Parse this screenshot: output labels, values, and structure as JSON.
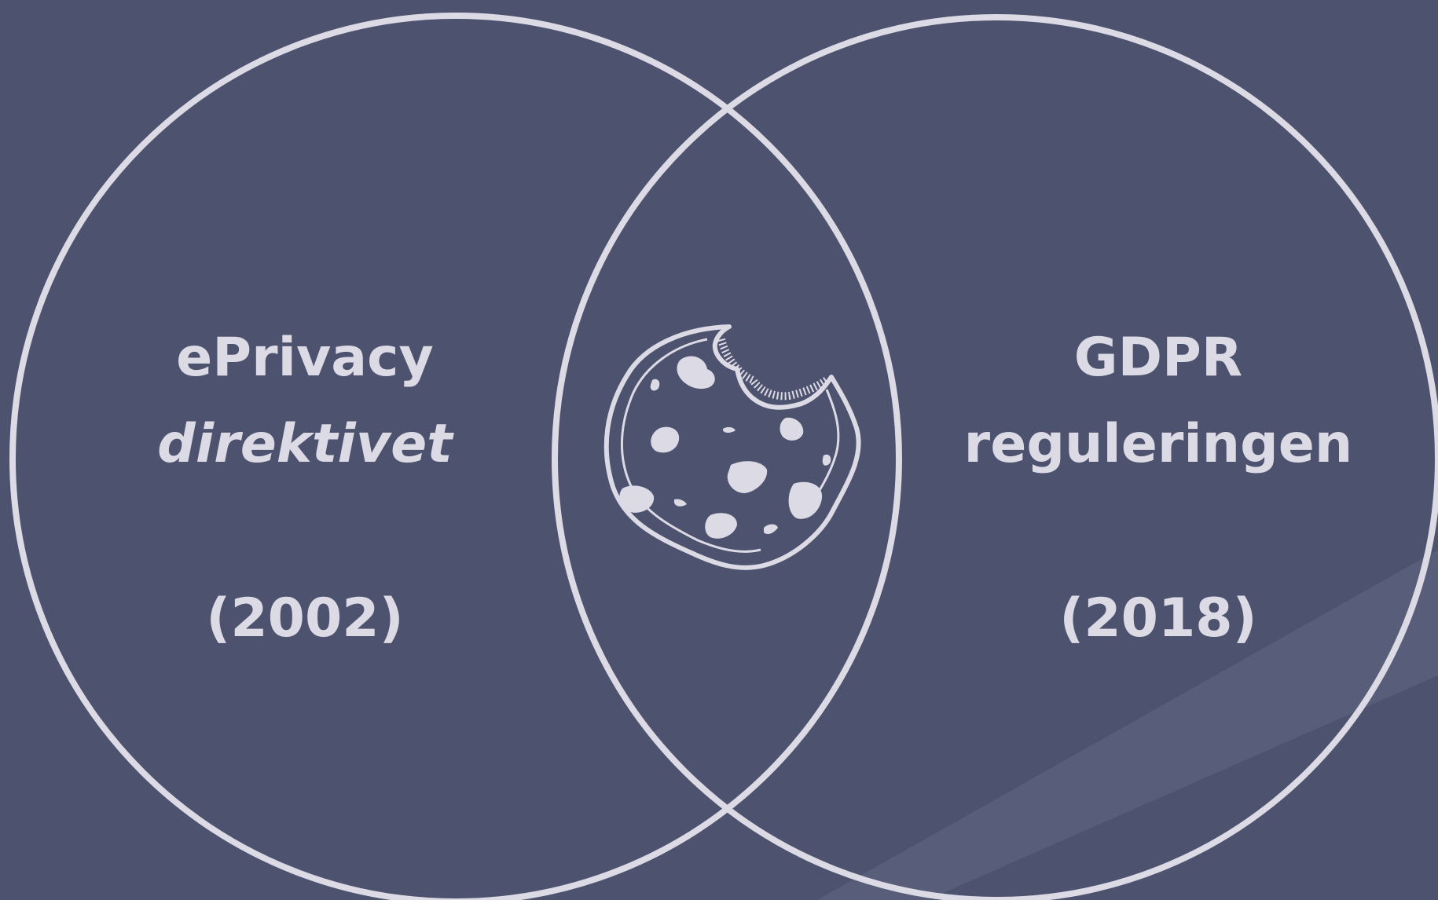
{
  "colors": {
    "background": "#4d526f",
    "stroke": "#dcdae4",
    "band": "#5a5f7b"
  },
  "left_set": {
    "title": "ePrivacy",
    "subtitle": "direktivet",
    "year": "(2002)"
  },
  "right_set": {
    "title": "GDPR",
    "subtitle": "reguleringen",
    "year": "(2018)"
  },
  "intersection": {
    "icon": "bitten-cookie-icon"
  }
}
